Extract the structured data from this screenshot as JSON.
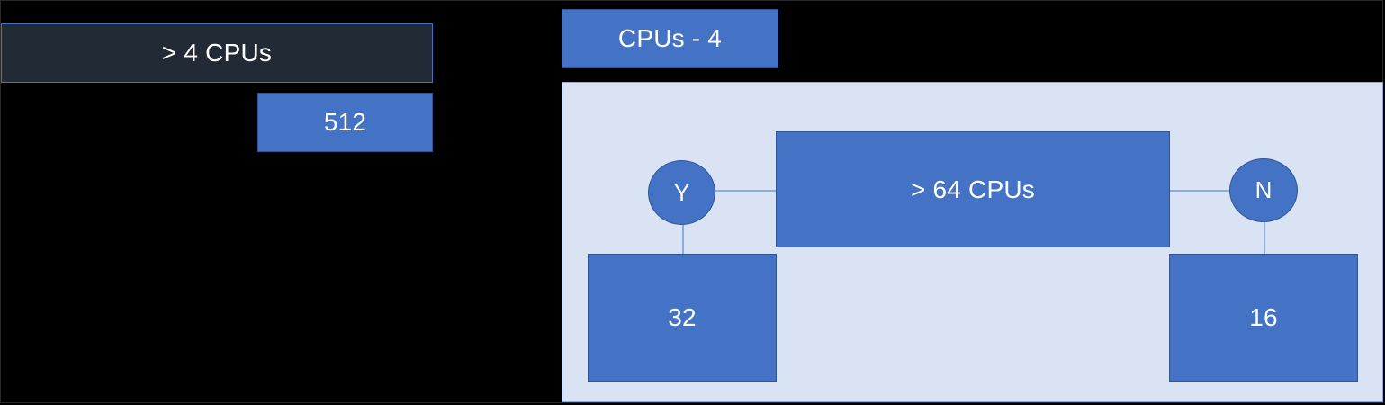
{
  "diagram": {
    "top_left_label": "> 4 CPUs",
    "left_value": "512",
    "header_label": "CPUs - 4",
    "decision": {
      "condition": "> 64 CPUs",
      "yes_label": "Y",
      "no_label": "N",
      "yes_value": "32",
      "no_value": "16"
    }
  },
  "colors": {
    "background": "#000000",
    "dark_box": "#222a35",
    "accent_blue": "#4472c4",
    "panel": "#dae3f3",
    "connector": "#8faadc"
  }
}
